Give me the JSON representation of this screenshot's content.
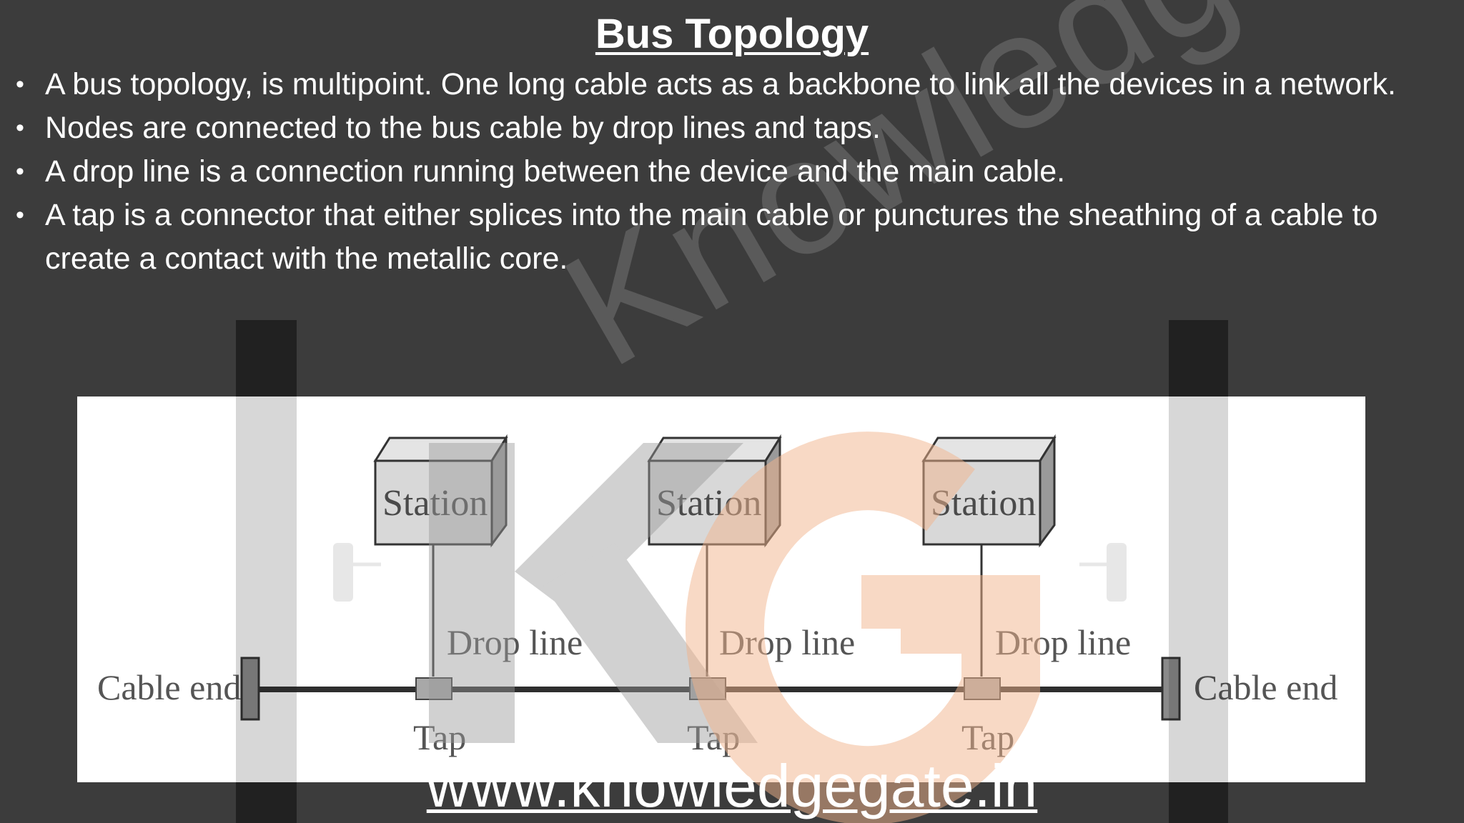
{
  "title": "Bus Topology",
  "bullets": [
    "A bus topology, is multipoint. One long cable acts as a backbone to link all the devices in a network.",
    "Nodes are connected to the bus cable by drop lines and taps.",
    "A drop line is a connection running between the device and the main cable.",
    "A tap is a connector that either splices into the main cable or punctures the sheathing of a cable to create a contact with the metallic core."
  ],
  "diagram": {
    "stations": [
      "Station",
      "Station",
      "Station"
    ],
    "drop_lines": [
      "Drop line",
      "Drop line",
      "Drop line"
    ],
    "taps": [
      "Tap",
      "Tap",
      "Tap"
    ],
    "cable_end_left": "Cable end",
    "cable_end_right": "Cable end"
  },
  "watermark": {
    "word": "KnowledgeGate",
    "logo_letters": [
      "K",
      "G"
    ],
    "url": "www.knowledgegate.in"
  },
  "colors": {
    "background": "#3c3c3c",
    "logo_k": "#9a9a9a",
    "logo_g": "#f2b48c"
  }
}
